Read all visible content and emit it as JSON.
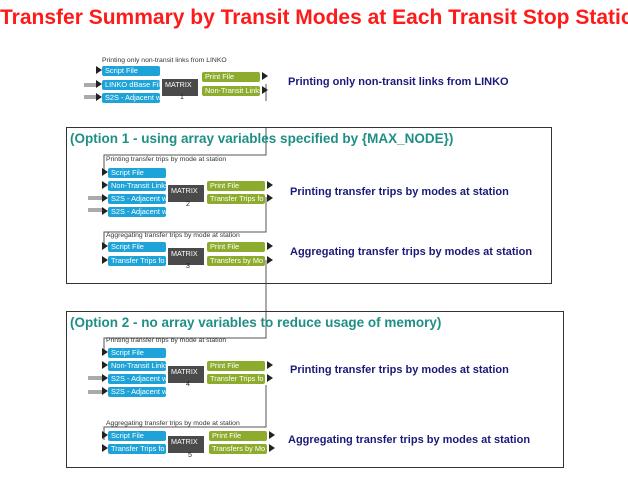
{
  "title": "Transfer Summary by Transit Modes at Each Transit Stop Station",
  "options": [
    {
      "title": "(Option 1 - using array variables specified by {MAX_NODE})"
    },
    {
      "title": "(Option 2 - no array variables to reduce usage of memory)"
    }
  ],
  "groups": [
    {
      "caption": "Printing only non-transit links from LINKO",
      "inputs": [
        "Script File",
        "LINKO dBase File",
        "S2S - Adjacent w"
      ],
      "matrix": "MATRIX",
      "number": "1",
      "outputs": [
        "Print File",
        "Non-Transit Links"
      ],
      "description": "Printing only non-transit links from LINKO"
    },
    {
      "caption": "Printing transfer trips by mode at station",
      "inputs": [
        "Script File",
        "Non-Transit Links",
        "S2S - Adjacent w",
        "S2S - Adjacent w"
      ],
      "matrix": "MATRIX",
      "number": "2",
      "outputs": [
        "Print File",
        "Transfer Trips fo"
      ],
      "description": "Printing transfer trips by modes at station"
    },
    {
      "caption": "Aggregating transfer trips by mode at station",
      "inputs": [
        "Script File",
        "Transfer Trips fo"
      ],
      "matrix": "MATRIX",
      "number": "3",
      "outputs": [
        "Print File",
        "Transfers by Mo"
      ],
      "description": "Aggregating transfer trips by modes at station"
    },
    {
      "caption": "Printing transfer trips by mode at station",
      "inputs": [
        "Script File",
        "Non-Transit Links",
        "S2S - Adjacent w",
        "S2S - Adjacent w"
      ],
      "matrix": "MATRIX",
      "number": "4",
      "outputs": [
        "Print File",
        "Transfer Trips fo"
      ],
      "description": "Printing transfer trips by modes at station"
    },
    {
      "caption": "Aggregating transfer trips by mode at station",
      "inputs": [
        "Script File",
        "Transfer Trips fo"
      ],
      "matrix": "MATRIX",
      "number": "5",
      "outputs": [
        "Print File",
        "Transfers by Mo"
      ],
      "description": "Aggregating transfer trips by modes at station"
    }
  ],
  "colors": {
    "title": "#ff1a1a",
    "option_title": "#1f8f86",
    "input_box": "#1da3d8",
    "output_box": "#8dac2e",
    "matrix_box": "#4a4a4a",
    "description": "#1a1a7a"
  }
}
